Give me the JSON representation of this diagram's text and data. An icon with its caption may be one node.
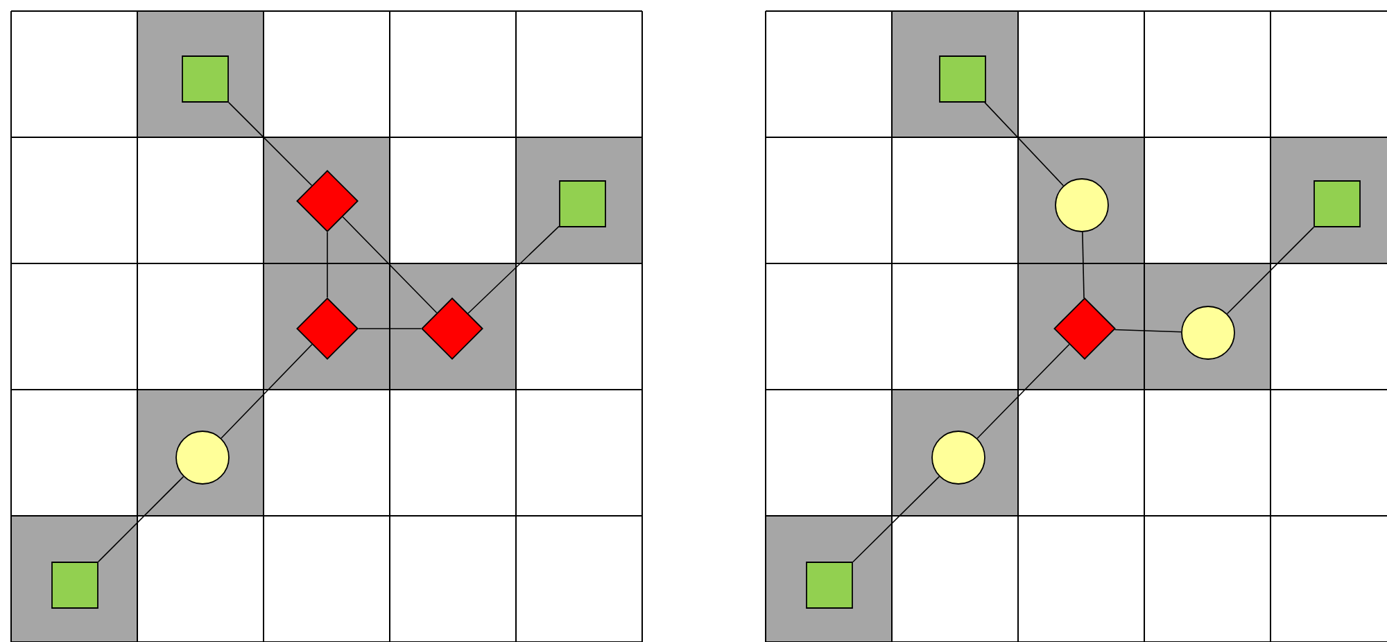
{
  "diagram": {
    "nodes": [
      {
        "text": [],
        "shape": "box"
      },
      {
        "text": [],
        "shape": "diamond"
      },
      {
        "text": [],
        "shape": "box"
      },
      {
        "text": [],
        "shape": "diamond"
      },
      {
        "text": [],
        "shape": "diamond"
      },
      {
        "text": [],
        "shape": "circle"
      },
      {
        "text": [],
        "shape": "box"
      },
      {
        "text": [],
        "shape": "box"
      },
      {
        "text": [],
        "shape": "circle"
      },
      {
        "text": [],
        "shape": "box"
      },
      {
        "text": [],
        "shape": "diamond"
      },
      {
        "text": [],
        "shape": "circle"
      },
      {
        "text": [],
        "shape": "circle"
      },
      {
        "text": [],
        "shape": "box"
      }
    ],
    "edges": [
      {
        "from": 0,
        "to": 1,
        "arrow": "none"
      },
      {
        "from": 1,
        "to": 4,
        "arrow": "none"
      },
      {
        "from": 1,
        "to": 3,
        "arrow": "none"
      },
      {
        "from": 3,
        "to": 4,
        "arrow": "none"
      },
      {
        "from": 4,
        "to": 2,
        "arrow": "none"
      },
      {
        "from": 3,
        "to": 5,
        "arrow": "none"
      },
      {
        "from": 5,
        "to": 6,
        "arrow": "none"
      },
      {
        "from": 7,
        "to": 8,
        "arrow": "none"
      },
      {
        "from": 8,
        "to": 10,
        "arrow": "none"
      },
      {
        "from": 10,
        "to": 11,
        "arrow": "none"
      },
      {
        "from": 11,
        "to": 9,
        "arrow": "none"
      },
      {
        "from": 10,
        "to": 12,
        "arrow": "none"
      },
      {
        "from": 12,
        "to": 13,
        "arrow": "none"
      }
    ]
  }
}
